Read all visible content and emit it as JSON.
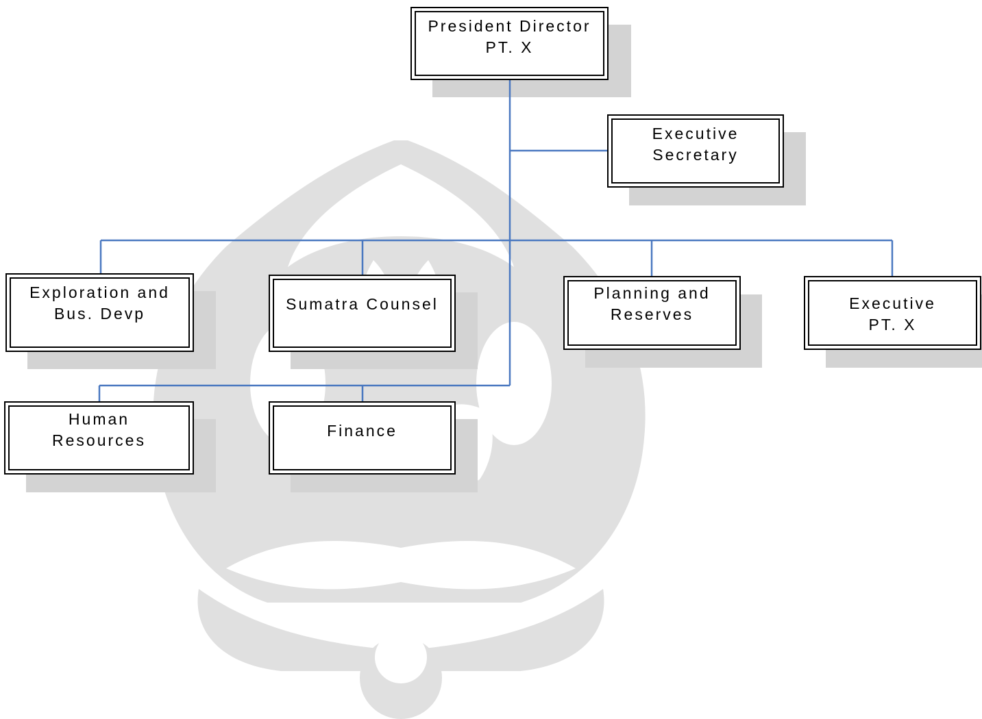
{
  "org_chart": {
    "line_color": "#4a78c0",
    "shadow_color": "#d3d3d3",
    "watermark_color": "#e0e0e0",
    "president": {
      "line1": "President Director",
      "line2": "PT. X"
    },
    "secretary": {
      "line1": "Executive",
      "line2": "Secretary"
    },
    "exploration": {
      "line1": "Exploration and",
      "line2": "Bus. Devp"
    },
    "sumatra": {
      "line1": "Sumatra Counsel"
    },
    "planning": {
      "line1": "Planning and",
      "line2": "Reserves"
    },
    "executive": {
      "line1": "Executive",
      "line2": "PT. X"
    },
    "hr": {
      "line1": "Human",
      "line2": "Resources"
    },
    "finance": {
      "line1": "Finance"
    }
  }
}
